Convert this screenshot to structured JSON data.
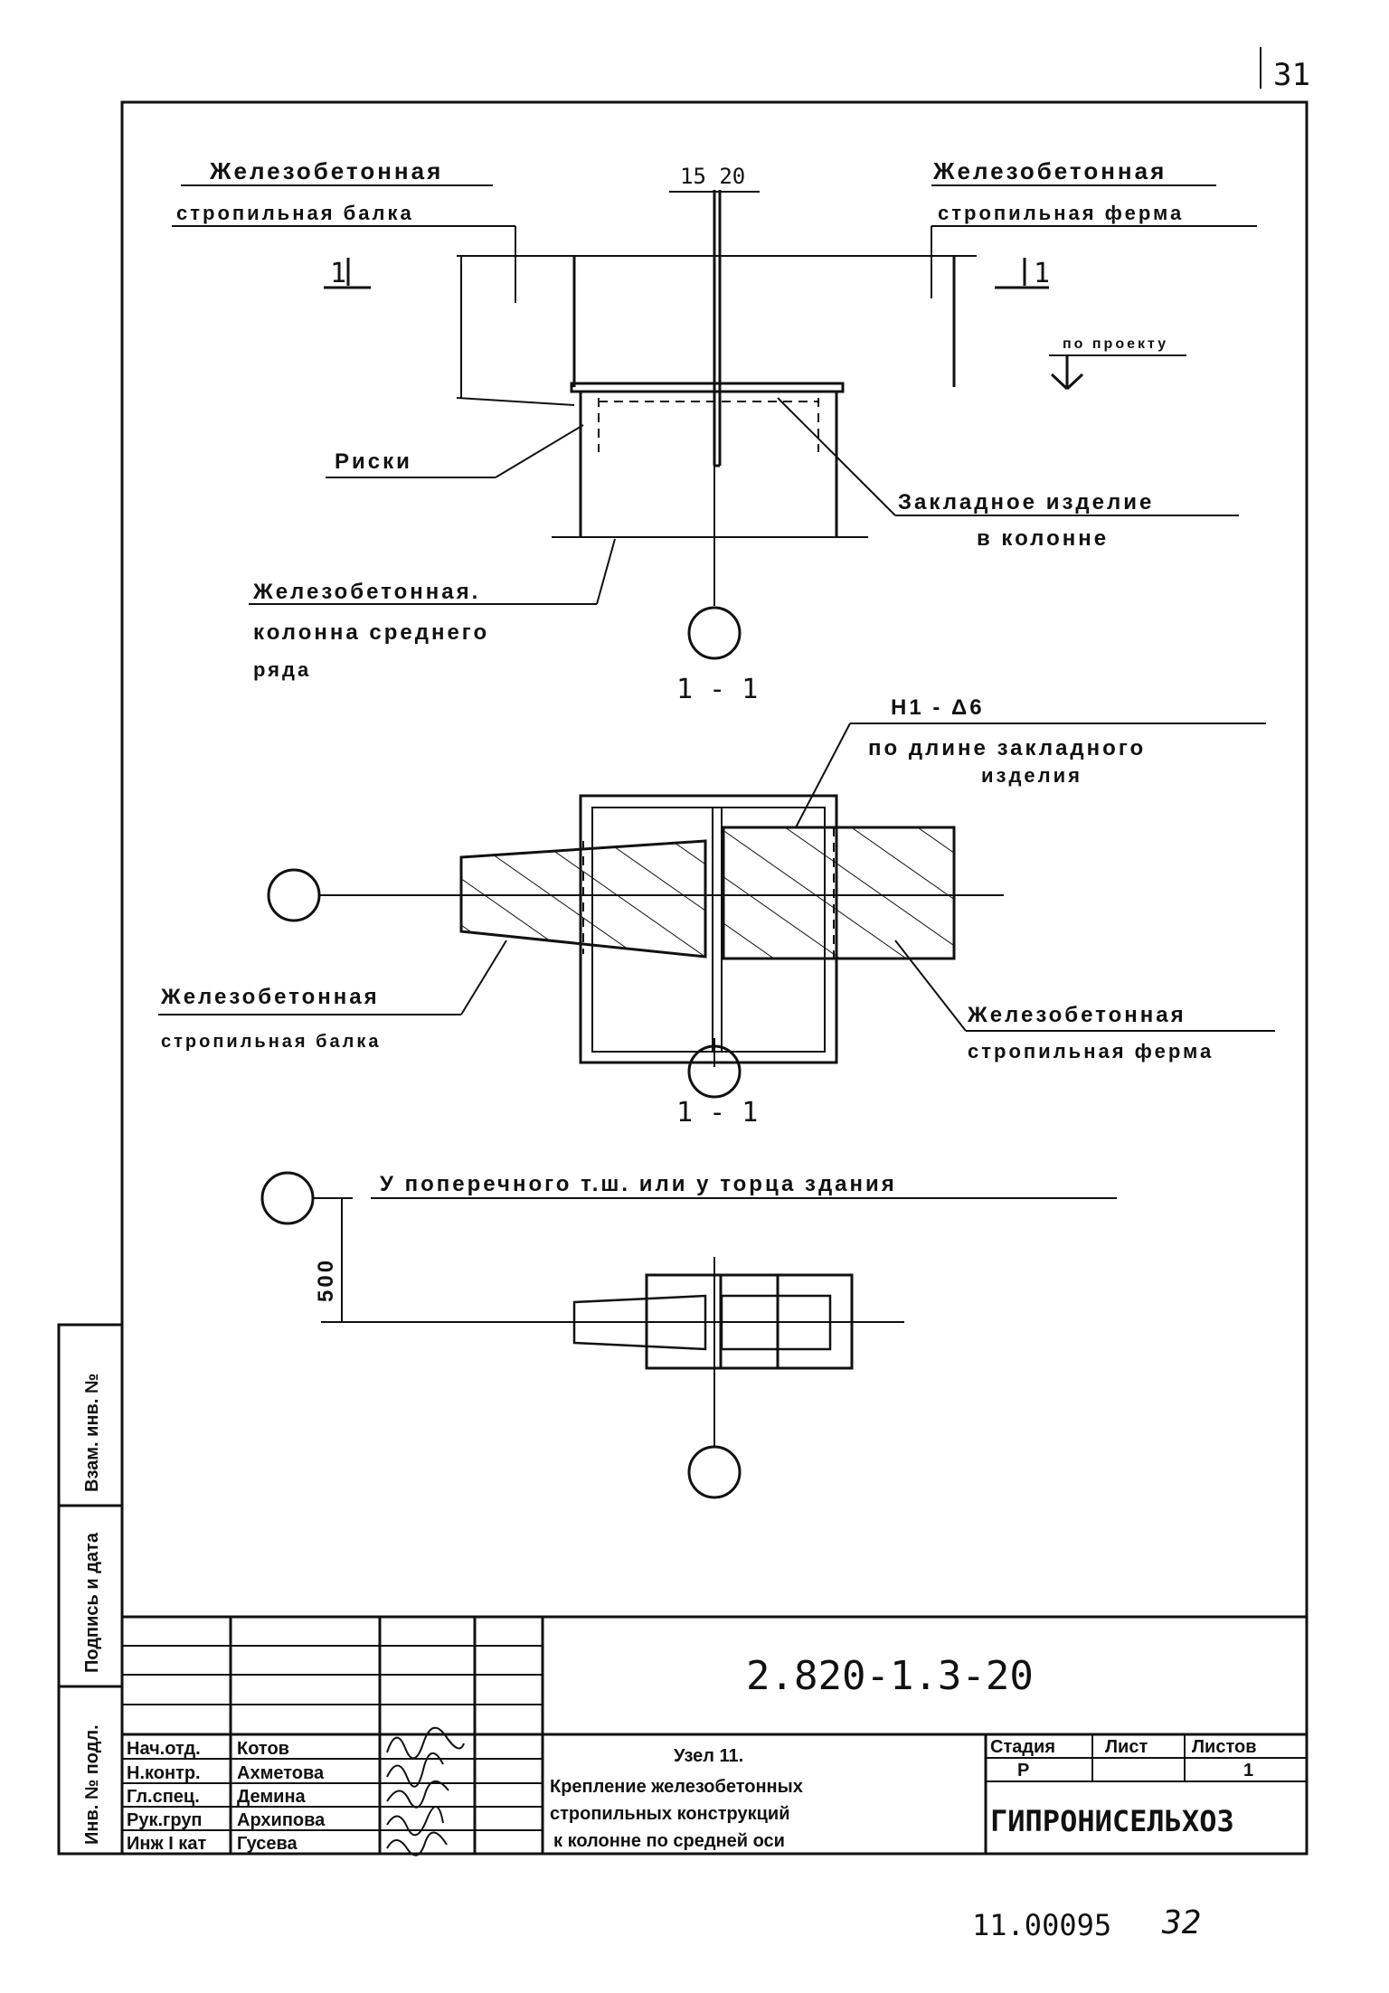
{
  "sheet_number_top": "31",
  "sheet_number_bottom": "32",
  "archive_number": "11.00095",
  "top_view": {
    "label_left_1": "Железобетонная",
    "label_left_2": "стропильная балка",
    "label_right_1": "Железобетонная",
    "label_right_2": "стропильная ферма",
    "gap_dim": "15 20",
    "section_mark_left": "1",
    "section_mark_right": "1",
    "level_note": "по проекту",
    "riski": "Риски",
    "embedded_1": "Закладное изделие",
    "embedded_2": "в колонне",
    "column_1": "Железобетонная.",
    "column_2": "колонна среднего",
    "column_3": "ряда"
  },
  "section_view": {
    "title": "1 - 1",
    "weld_1": "Н1 - Δ6",
    "weld_2": "по длине закладного",
    "weld_3": "изделия",
    "beam_1": "Железобетонная",
    "beam_2": "стропильная балка",
    "truss_1": "Железобетонная",
    "truss_2": "стропильная ферма"
  },
  "plan_view": {
    "title": "1 - 1",
    "note": "У поперечного т.ш. или у торца здания",
    "dim": "500"
  },
  "side_stamp": {
    "c1": "Инв. № подл.",
    "c2": "Подпись и дата",
    "c3": "Взам. инв. №"
  },
  "title_block": {
    "code": "2.820-1.3-20",
    "roles": [
      "Нач.отд.",
      "Н.контр.",
      "Гл.спец.",
      "Рук.груп",
      "Инж I кат"
    ],
    "names": [
      "Котов",
      "Ахметова",
      "Демина",
      "Архипова",
      "Гусева"
    ],
    "signatures": [
      "",
      "",
      "",
      "",
      ""
    ],
    "title_1": "Узел 11.",
    "title_2": "Крепление железобетонных",
    "title_3": "стропильных конструкций",
    "title_4": "к колонне по средней оси",
    "stage_h": "Стадия",
    "sheet_h": "Лист",
    "sheets_h": "Листов",
    "stage_v": "Р",
    "sheet_v": "",
    "sheets_v": "1",
    "org": "ГИПРОНИСЕЛЬХОЗ"
  }
}
